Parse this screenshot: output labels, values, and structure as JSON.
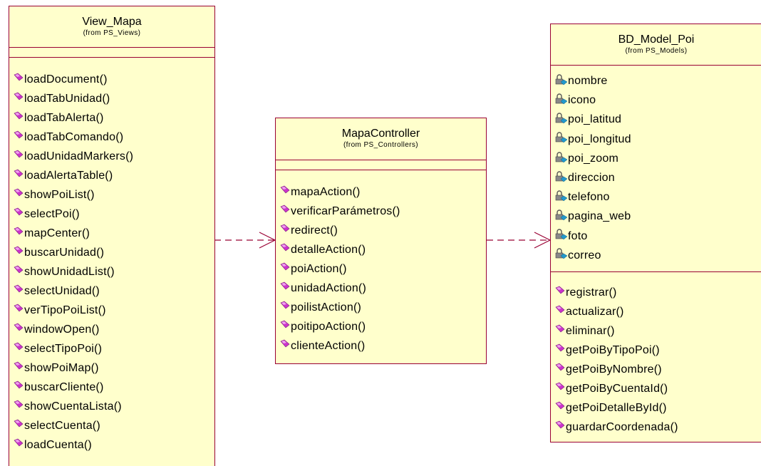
{
  "classes": {
    "view_mapa": {
      "name": "View_Mapa",
      "from": "(from PS_Views)",
      "operations": [
        "loadDocument()",
        "loadTabUnidad()",
        "loadTabAlerta()",
        "loadTabComando()",
        "loadUnidadMarkers()",
        "loadAlertaTable()",
        "showPoiList()",
        "selectPoi()",
        "mapCenter()",
        "buscarUnidad()",
        "showUnidadList()",
        "selectUnidad()",
        "verTipoPoiList()",
        "windowOpen()",
        "selectTipoPoi()",
        "showPoiMap()",
        "buscarCliente()",
        "showCuentaLista()",
        "selectCuenta()",
        "loadCuenta()"
      ]
    },
    "mapa_controller": {
      "name": "MapaController",
      "from": "(from PS_Controllers)",
      "operations": [
        "mapaAction()",
        "verificarParámetros()",
        "redirect()",
        "detalleAction()",
        "poiAction()",
        "unidadAction()",
        "poilistAction()",
        "poitipoAction()",
        "clienteAction()"
      ]
    },
    "bd_model_poi": {
      "name": "BD_Model_Poi",
      "from": "(from PS_Models)",
      "attributes": [
        "nombre",
        "icono",
        "poi_latitud",
        "poi_longitud",
        "poi_zoom",
        "direccion",
        "telefono",
        "pagina_web",
        "foto",
        "correo"
      ],
      "operations": [
        "registrar()",
        "actualizar()",
        "eliminar()",
        "getPoiByTipoPoi()",
        "getPoiByNombre()",
        "getPoiByCuentaId()",
        "getPoiDetalleById()",
        "guardarCoordenada()"
      ]
    }
  },
  "colors": {
    "box_fill": "#ffffcc",
    "border": "#990033",
    "op_icon": "#cc33cc",
    "attr_icon_key": "#2299cc",
    "attr_icon_lock": "#888888"
  },
  "icons": {
    "operation": "public-operation-icon",
    "attribute": "private-attribute-icon"
  }
}
